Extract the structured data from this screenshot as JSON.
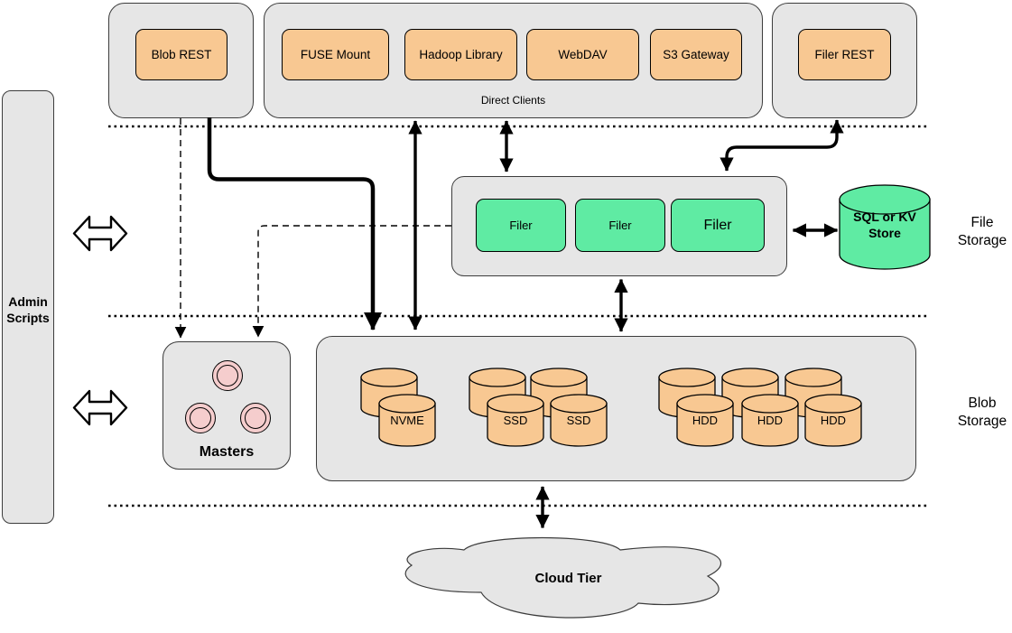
{
  "colors": {
    "orange": "#F8C892",
    "green": "#5FEBA3",
    "pink": "#F5CDCD",
    "container_grey": "#E6E6E6"
  },
  "admin_panel": {
    "label": "Admin Scripts"
  },
  "top": {
    "blob_rest": "Blob REST",
    "direct_clients": {
      "caption": "Direct Clients",
      "clients": [
        "FUSE Mount",
        "Hadoop Library",
        "WebDAV",
        "S3 Gateway"
      ]
    },
    "filer_rest": "Filer REST"
  },
  "file_storage": {
    "filers": [
      "Filer",
      "Filer",
      "Filer"
    ],
    "store_label": "SQL or KV Store",
    "section_label": "File Storage"
  },
  "masters": {
    "label": "Masters"
  },
  "blob_storage": {
    "volume_labels": [
      "NVME",
      "SSD",
      "SSD",
      "HDD",
      "HDD",
      "HDD"
    ],
    "section_label": "Blob Storage"
  },
  "cloud": {
    "label": "Cloud Tier"
  }
}
